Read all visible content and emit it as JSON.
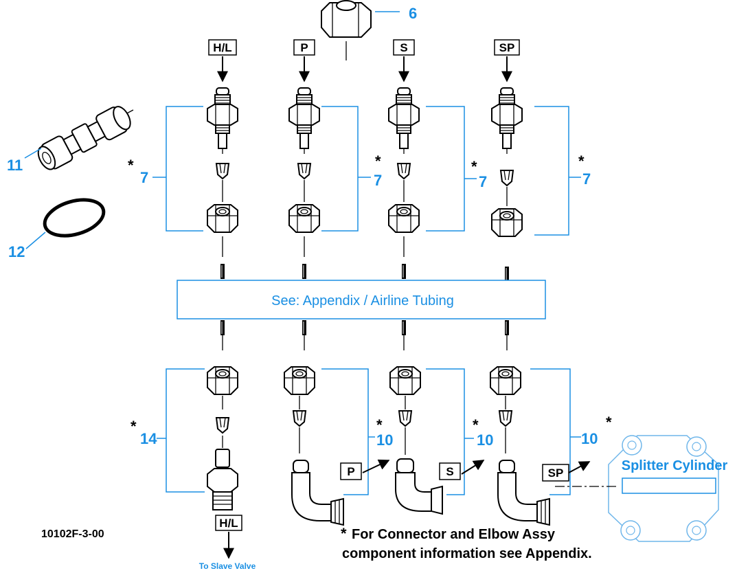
{
  "callouts": {
    "nut_top": "6",
    "union": "11",
    "oring": "12",
    "connector": "7",
    "connector_14": "14",
    "elbow": "10",
    "asterisk": "*"
  },
  "line_tags": [
    "H/L",
    "P",
    "S",
    "SP"
  ],
  "tubing_box_text": "See: Appendix / Airline Tubing",
  "bottom_tags": {
    "hl": "H/L",
    "p": "P",
    "s": "S",
    "sp": "SP"
  },
  "to_slave_valve": "To Slave Valve",
  "splitter_label": "Splitter Cylinder",
  "drawing_number": "10102F-3-00",
  "footnote": {
    "line1": "For Connector and Elbow Assy",
    "line2": "component information see Appendix."
  },
  "colors": {
    "callout_blue": "#1a8fe3",
    "ink": "#000000"
  }
}
